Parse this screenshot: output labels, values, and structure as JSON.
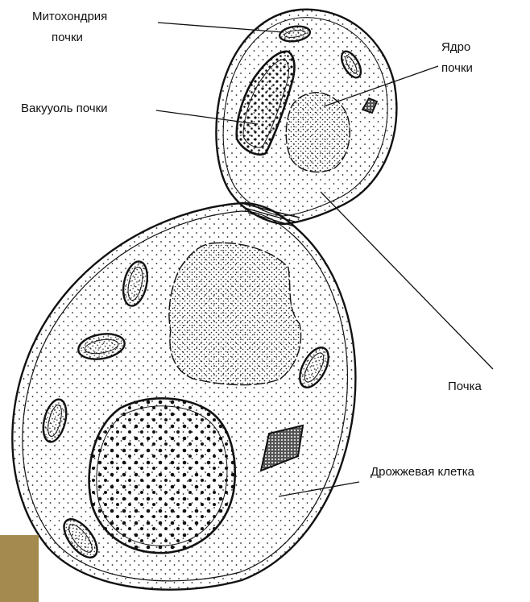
{
  "labels": {
    "bud_mitochondrion_line1": "Митохондрия",
    "bud_mitochondrion_line2": "почки",
    "bud_nucleus_line1": "Ядро",
    "bud_nucleus_line2": "почки",
    "bud_vacuole": "Вакууоль почки",
    "bud": "Почка",
    "yeast_cell": "Дрожжевая клетка"
  },
  "colors": {
    "corner_block": "#a58a50",
    "ink": "#111111"
  }
}
